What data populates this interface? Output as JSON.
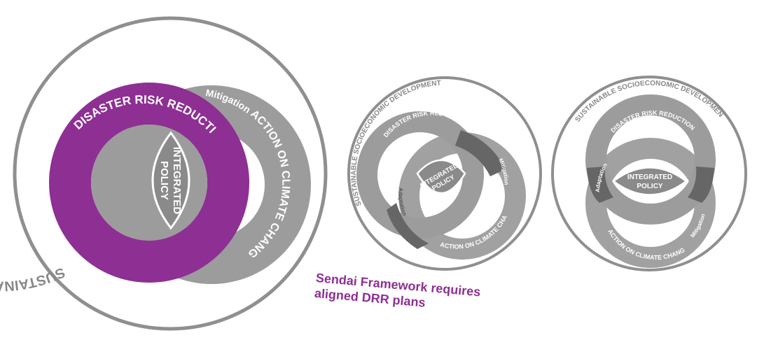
{
  "colors": {
    "outline": "#8f8f8f",
    "gray_ring": "#9c9c9c",
    "dark_overlap": "#666666",
    "purple": "#8e2f94",
    "text_light": "#ffffff",
    "text_dark": "#777777"
  },
  "diagram_large": {
    "outer_label": "SUSTAINABLE SOCIOECONOMIC DEVELOPMENT",
    "drr_label": "DISASTER RISK REDUCTION",
    "cca_label": "ACTION ON CLIMATE CHANGE",
    "mitigation_label": "Mitigation",
    "center_label_1": "INTEGRATED",
    "center_label_2": "POLICY"
  },
  "diagram_middle": {
    "outer_label": "SUSTAINABLE SOCIOECONOMIC DEVELOPMENT",
    "drr_label": "DISASTER RISK REDUCTION",
    "cca_label": "ACTION ON CLIMATE CHANGE",
    "mitigation_label": "Mitigation",
    "adaptation_label": "Adaptation",
    "center_label_1": "INTEGRATED",
    "center_label_2": "POLICY"
  },
  "diagram_right": {
    "outer_label": "SUSTAINABLE SOCIOECONOMIC DEVELOPMENT",
    "drr_label": "DISASTER RISK REDUCTION",
    "cca_label": "ACTION ON CLIMATE CHANGE",
    "mitigation_label": "Mitigation",
    "adaptation_label": "Adaptation",
    "center_label_1": "INTEGRATED",
    "center_label_2": "POLICY"
  },
  "caption": {
    "line1": "Sendai Framework requires",
    "line2": "aligned DRR plans"
  }
}
